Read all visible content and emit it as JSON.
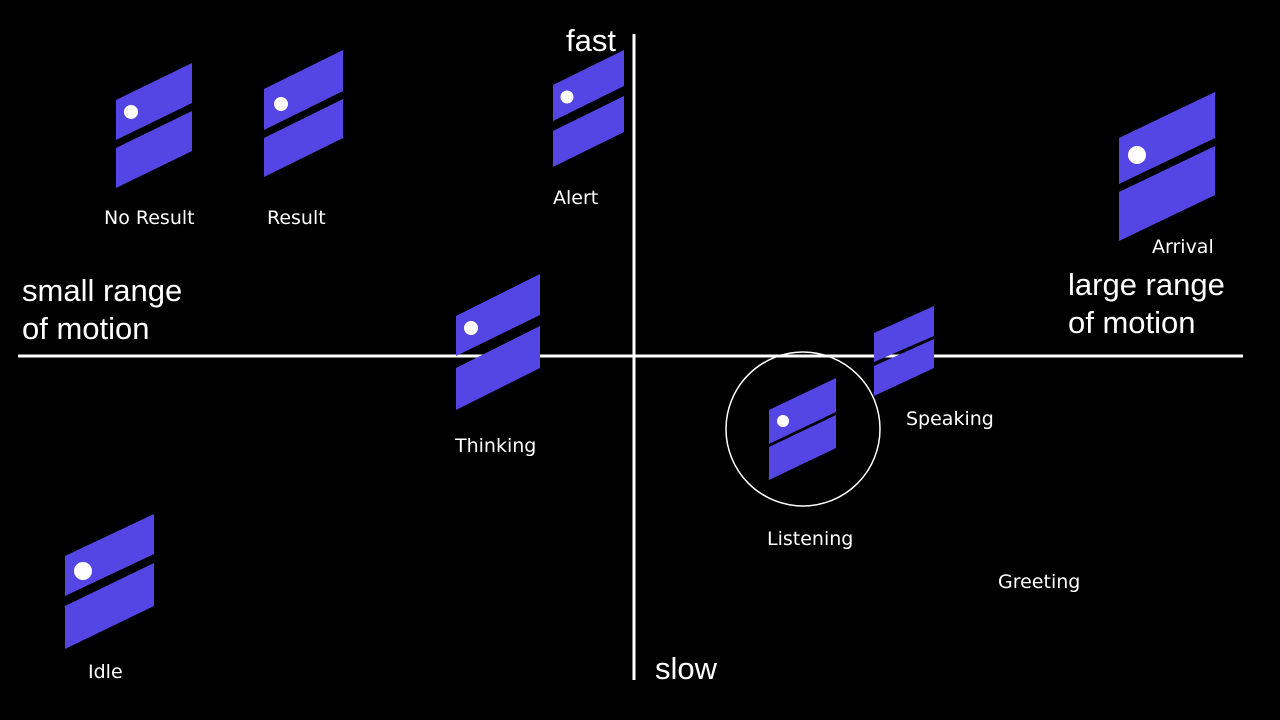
{
  "axes": {
    "top": "fast",
    "bottom": "slow",
    "left_line1": "small range",
    "left_line2": "of motion",
    "right_line1": "large range",
    "right_line2": "of motion"
  },
  "states": {
    "no_result": "No Result",
    "result": "Result",
    "alert": "Alert",
    "arrival": "Arrival",
    "thinking": "Thinking",
    "speaking": "Speaking",
    "listening": "Listening",
    "greeting": "Greeting",
    "idle": "Idle"
  },
  "colors": {
    "background": "#000000",
    "axis": "#ffffff",
    "icon_fill": "#5446e4",
    "dot": "#ffffff",
    "highlight_ring": "#ffffff"
  },
  "highlighted_state": "Listening"
}
